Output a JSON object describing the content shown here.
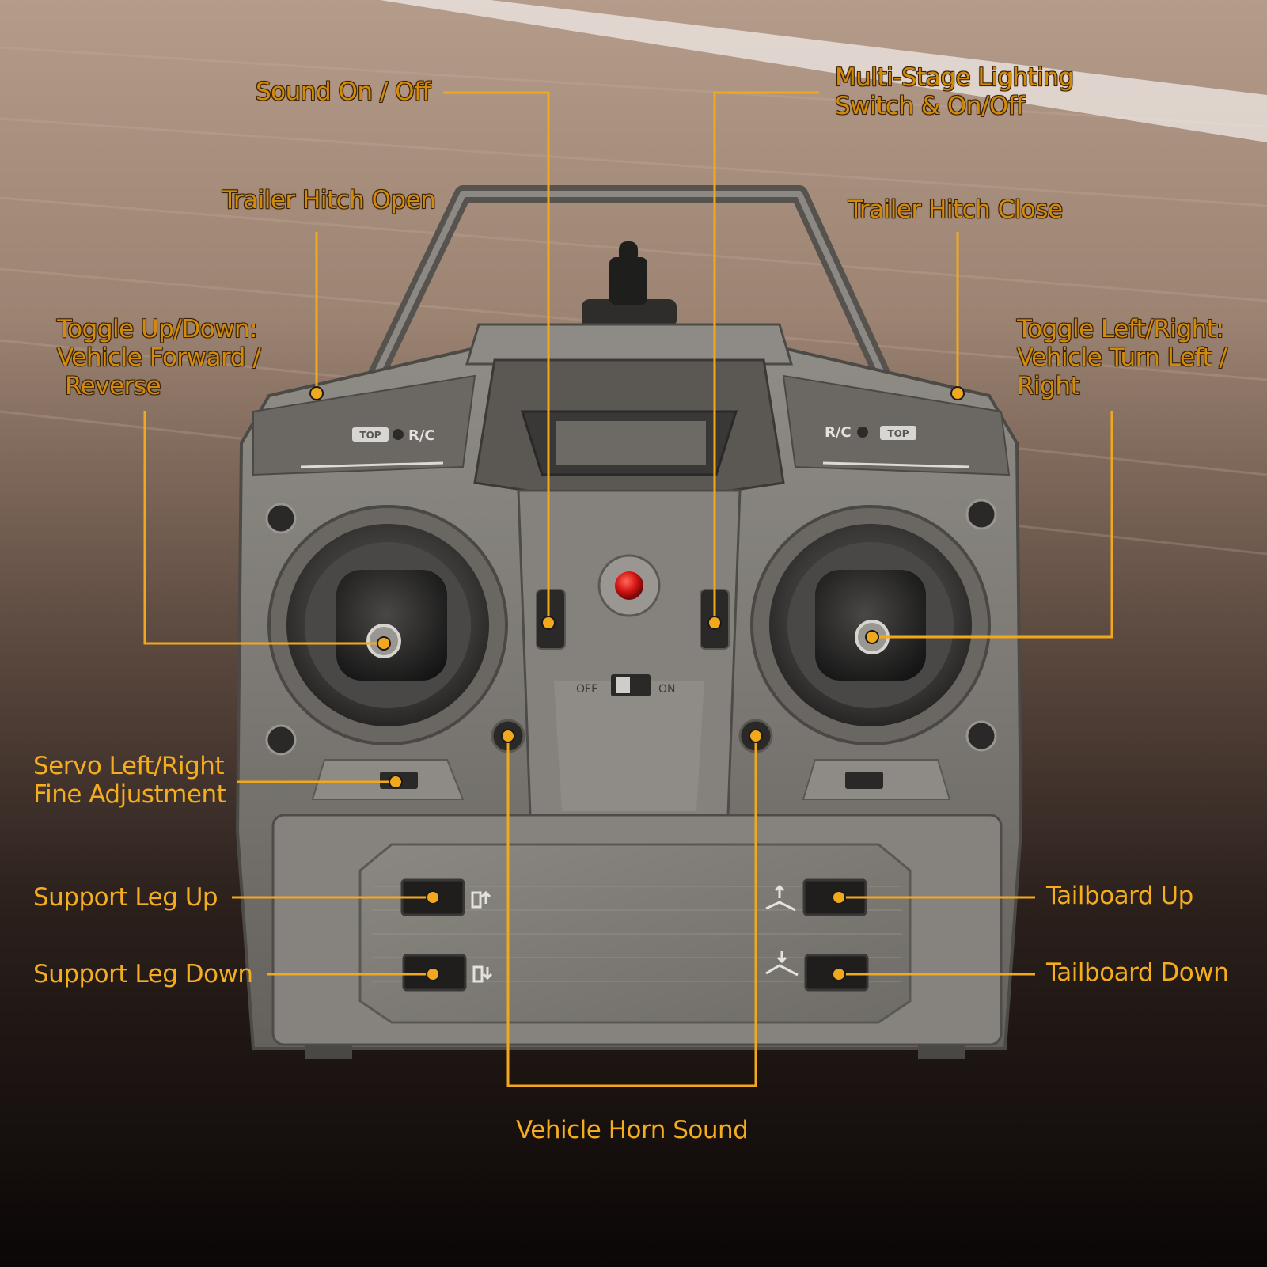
{
  "colors": {
    "accent": "#f2a81d",
    "label_dark": "#d18a0c",
    "background_top": "#b49a87",
    "background_bottom": "#0c0706",
    "transmitter_body": "#7e7b75",
    "indicator": "#e01818"
  },
  "labels": {
    "sound": "Sound On / Off",
    "lighting": [
      "Multi-Stage Lighting",
      "Switch & On/Off"
    ],
    "hitch_open": "Trailer Hitch Open",
    "hitch_close": "Trailer Hitch Close",
    "toggle_updown": [
      "Toggle Up/Down:",
      "Vehicle Forward /",
      "Reverse"
    ],
    "toggle_leftright": [
      "Toggle Left/Right:",
      "Vehicle Turn Left /",
      "Right"
    ],
    "servo": [
      "Servo Left/Right",
      "Fine Adjustment"
    ],
    "leg_up": "Support Leg Up",
    "leg_down": "Support Leg Down",
    "tail_up": "Tailboard Up",
    "tail_down": "Tailboard Down",
    "horn": "Vehicle Horn Sound"
  },
  "device": {
    "left_badge": [
      "TOP",
      "R/C"
    ],
    "right_badge": [
      "R/C",
      "TOP"
    ],
    "switch_off": "OFF",
    "switch_on": "ON"
  }
}
